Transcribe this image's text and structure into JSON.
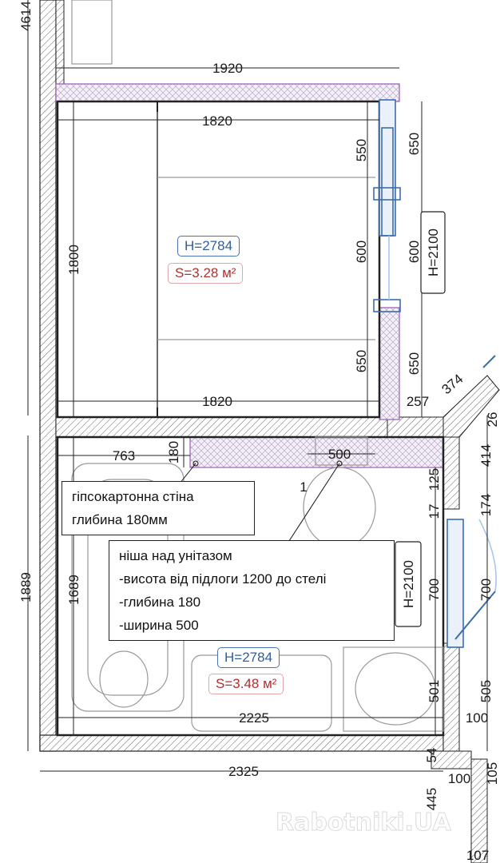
{
  "rooms": [
    {
      "height_label": "H=2784",
      "area_label": "S=3.28 м²"
    },
    {
      "height_label": "H=2784",
      "area_label": "S=3.48 м²"
    }
  ],
  "notes": {
    "drywall_line1": "гіпсокартонна стіна",
    "drywall_line2": "глибина 180мм",
    "niche_line1": "ніша над унітазом",
    "niche_line2": "-висота від підлоги 1200 до стелі",
    "niche_line3": "-глибина 180",
    "niche_line4": "-ширина 500"
  },
  "dimensions": {
    "d4614": "4614",
    "d1920": "1920",
    "d1820_top": "1820",
    "d1820_bottom": "1820",
    "d1800": "1800",
    "d550": "550",
    "d600_left": "600",
    "d650_left": "650",
    "d650_right_top": "650",
    "d600_right": "600",
    "d650_right_bottom": "650",
    "door_h_upper": "H=2100",
    "d374": "374",
    "d257": "257",
    "d26": "26",
    "d414": "414",
    "d763": "763",
    "d180": "180",
    "d500": "500",
    "d1": "1",
    "d125": "125",
    "d17": "17",
    "d174": "174",
    "d1889": "1889",
    "d1689": "1689",
    "door_h_lower": "H=2100",
    "d700_left": "700",
    "d700_right": "700",
    "d501": "501",
    "d505": "505",
    "d2225": "2225",
    "d100_right": "100",
    "d54": "54",
    "d100_bottom": "100",
    "d2325": "2325",
    "d445": "445",
    "d105": "105",
    "d107": "107"
  },
  "watermark": "Rabotniki.UA",
  "colors": {
    "wall_hatch": "#444444",
    "partition": "#9b59b6",
    "door_frame": "#3a6db0",
    "dimension": "#1a1a1a",
    "height_tag": "#2f5f9e",
    "area_tag": "#b03030"
  }
}
